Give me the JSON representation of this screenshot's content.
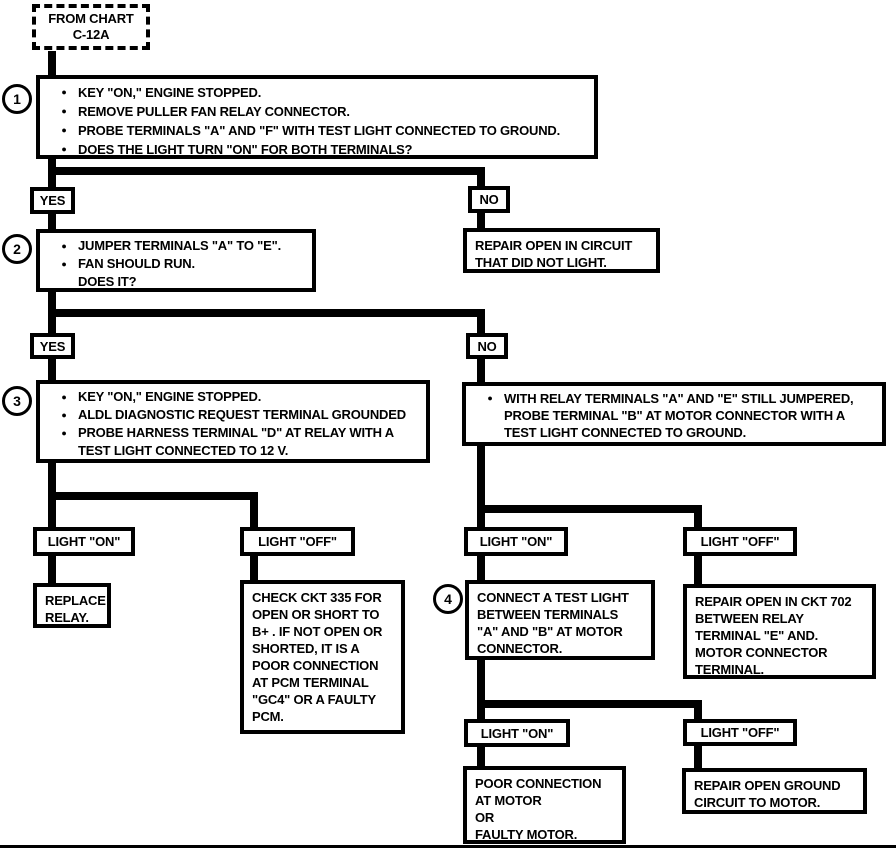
{
  "colors": {
    "ink": "#000000",
    "paper": "#ffffff"
  },
  "glyphs": {
    "bullet": "●"
  },
  "nodes": {
    "start": "FROM CHART\nC-12A",
    "step1": {
      "number": "1",
      "bullets": [
        "KEY \"ON,\" ENGINE STOPPED.",
        "REMOVE PULLER FAN RELAY CONNECTOR.",
        "PROBE TERMINALS \"A\" AND \"F\" WITH TEST LIGHT CONNECTED TO GROUND.",
        "DOES THE LIGHT TURN \"ON\" FOR BOTH TERMINALS?"
      ]
    },
    "yes1": "YES",
    "no1": "NO",
    "step2": {
      "number": "2",
      "bullets": [
        "JUMPER TERMINALS \"A\" TO \"E\".",
        "FAN SHOULD RUN.\nDOES IT?"
      ]
    },
    "repair_circuit": "REPAIR OPEN IN CIRCUIT\nTHAT DID NOT LIGHT.",
    "yes2": "YES",
    "no2": "NO",
    "step3": {
      "number": "3",
      "bullets": [
        "KEY \"ON,\" ENGINE STOPPED.",
        "ALDL DIAGNOSTIC REQUEST TERMINAL GROUNDED",
        "PROBE HARNESS TERMINAL \"D\" AT RELAY WITH A\nTEST LIGHT CONNECTED TO 12 V."
      ]
    },
    "probe_motor": {
      "bullets": [
        "WITH RELAY TERMINALS \"A\" AND \"E\" STILL JUMPERED,\nPROBE TERMINAL \"B\" AT MOTOR CONNECTOR WITH A\nTEST LIGHT CONNECTED TO GROUND."
      ]
    },
    "light_on_1": "LIGHT \"ON\"",
    "light_off_1": "LIGHT \"OFF\"",
    "replace_relay": "REPLACE\nRELAY.",
    "check_ckt335": "CHECK CKT 335 FOR\nOPEN OR SHORT TO\nB+ .  IF NOT OPEN OR\nSHORTED, IT IS A\nPOOR CONNECTION\nAT PCM TERMINAL\n\"GC4\" OR A FAULTY\nPCM.",
    "light_on_2": "LIGHT \"ON\"",
    "light_off_2": "LIGHT \"OFF\"",
    "step4": {
      "number": "4",
      "text": "CONNECT A TEST LIGHT\nBETWEEN TERMINALS\n\"A\" AND \"B\" AT MOTOR\nCONNECTOR."
    },
    "repair_ckt702": "REPAIR OPEN IN CKT 702\nBETWEEN RELAY\nTERMINAL \"E\" AND.\nMOTOR CONNECTOR\nTERMINAL.",
    "light_on_3": "LIGHT \"ON\"",
    "light_off_3": "LIGHT \"OFF\"",
    "poor_connection": "POOR CONNECTION\nAT MOTOR\nOR\nFAULTY MOTOR.",
    "repair_ground": "REPAIR OPEN GROUND\nCIRCUIT TO MOTOR."
  }
}
